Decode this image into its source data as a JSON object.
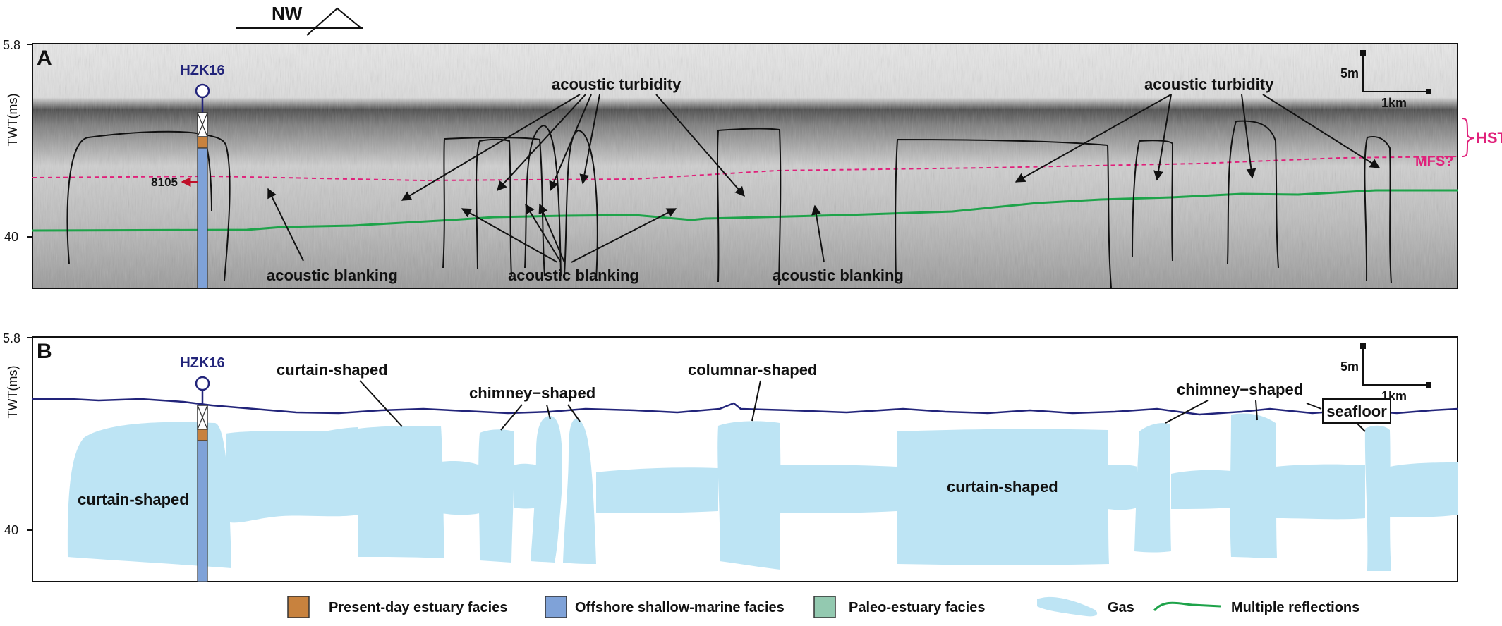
{
  "orientation": {
    "label": "NW"
  },
  "panel_a": {
    "letter": "A",
    "axis": {
      "label": "TWT(ms)",
      "tick_top": "5.8",
      "tick_bottom": "40"
    },
    "well": {
      "name": "HZK16",
      "depth_label": "8105"
    },
    "annotations": {
      "turbidity_1": "acoustic turbidity",
      "turbidity_2": "acoustic turbidity",
      "blanking_1": "acoustic blanking",
      "blanking_2": "acoustic blanking",
      "blanking_3": "acoustic blanking",
      "hst": "HST",
      "mfs": "MFS?"
    },
    "scale": {
      "vertical": "5m",
      "horizontal": "1km"
    }
  },
  "panel_b": {
    "letter": "B",
    "axis": {
      "label": "TWT(ms)",
      "tick_top": "5.8",
      "tick_bottom": "40"
    },
    "well": {
      "name": "HZK16"
    },
    "annotations": {
      "curtain_left": "curtain-shaped",
      "curtain_top": "curtain-shaped",
      "chimney_1": "chimney−shaped",
      "columnar": "columnar-shaped",
      "curtain_mid": "curtain-shaped",
      "chimney_2": "chimney−shaped",
      "seafloor": "seafloor"
    },
    "scale": {
      "vertical": "5m",
      "horizontal": "1km"
    }
  },
  "legend": [
    {
      "label": "Present-day estuary facies",
      "color": "#c8823e",
      "kind": "box"
    },
    {
      "label": "Offshore shallow-marine facies",
      "color": "#7fa2d8",
      "kind": "box"
    },
    {
      "label": "Paleo-estuary facies",
      "color": "#93c9b0",
      "kind": "box"
    },
    {
      "label": "Gas",
      "color": "#bde4f4",
      "kind": "gas"
    },
    {
      "label": "Multiple reflections",
      "color": "#1ea34a",
      "kind": "line"
    }
  ],
  "colors": {
    "gas": "#bde4f4",
    "seafloor_line": "#22247a",
    "multiple_line": "#1ea34a",
    "mfs_line": "#e0207a",
    "estuary": "#c8823e",
    "shallow_marine": "#7fa2d8"
  }
}
